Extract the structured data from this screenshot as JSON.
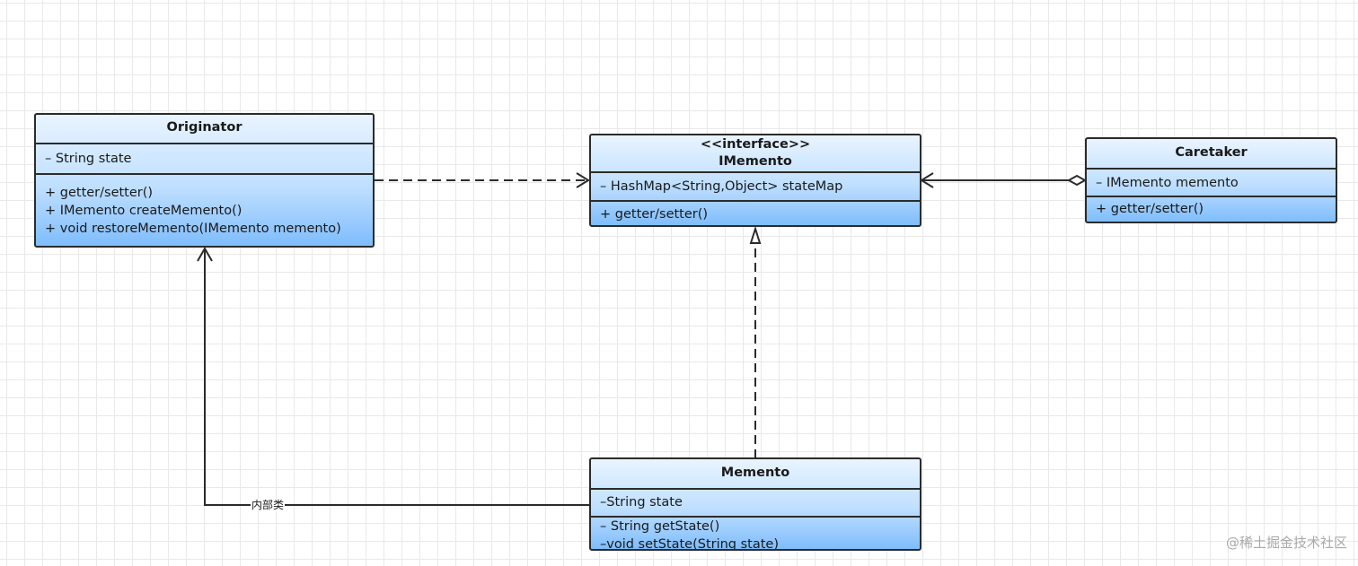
{
  "classes": {
    "originator": {
      "name": "Originator",
      "attributes": [
        "–  String state"
      ],
      "methods": [
        "+ getter/setter()",
        "+ IMemento createMemento()",
        "+ void restoreMemento(IMemento memento)"
      ]
    },
    "imemento": {
      "stereotype": "<<interface>>",
      "name": "IMemento",
      "attributes": [
        "– HashMap<String,Object> stateMap"
      ],
      "methods": [
        "+ getter/setter()"
      ]
    },
    "caretaker": {
      "name": "Caretaker",
      "attributes": [
        "– IMemento memento"
      ],
      "methods": [
        "+ getter/setter()"
      ]
    },
    "memento": {
      "name": "Memento",
      "attributes": [
        "–String state"
      ],
      "methods": [
        "– String getState()",
        "–void setState(String state)"
      ]
    }
  },
  "relations": {
    "memento_originator": {
      "label": "内部类"
    }
  },
  "watermark": "@稀土掘金技术社区",
  "colors": {
    "box_top": "#e9f4ff",
    "box_bottom": "#7fbdfc",
    "stroke": "#2b2b2b",
    "grid": "#e9e9e9"
  }
}
